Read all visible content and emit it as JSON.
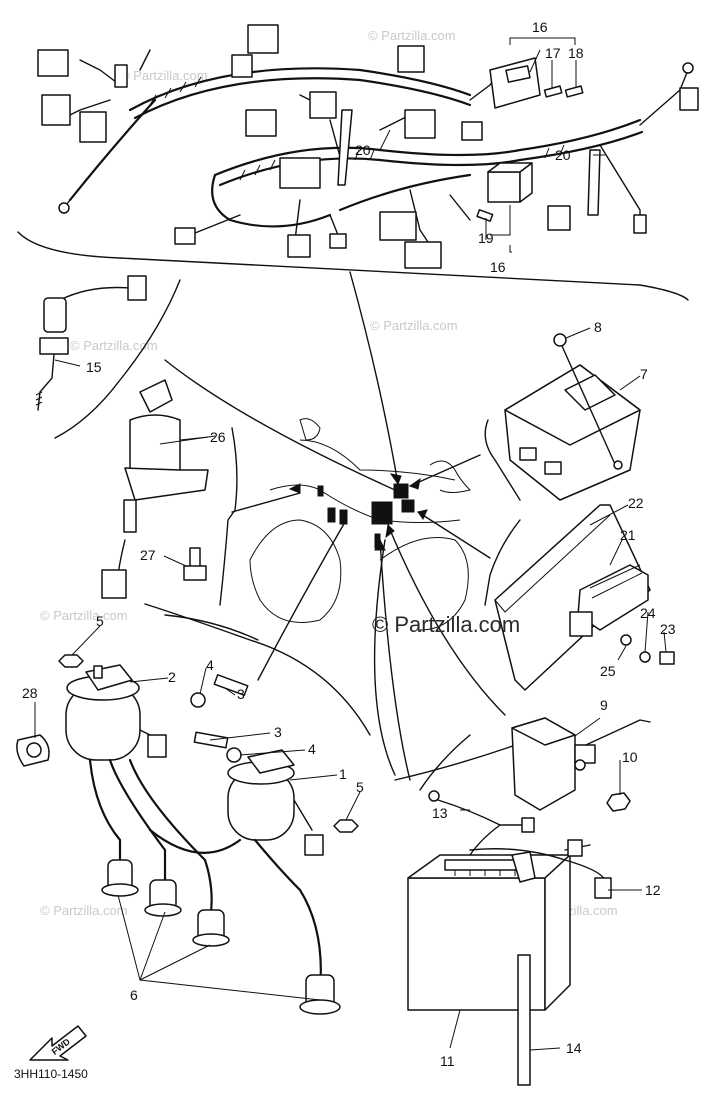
{
  "diagram": {
    "part_code": "3HH110-1450",
    "direction_label": "FWD",
    "watermark_main": "© Partzilla.com",
    "watermark_faint": "© Partzilla.com"
  },
  "callouts": [
    {
      "id": "c1",
      "label": "1"
    },
    {
      "id": "c2",
      "label": "2"
    },
    {
      "id": "c3a",
      "label": "3"
    },
    {
      "id": "c3b",
      "label": "3"
    },
    {
      "id": "c4a",
      "label": "4"
    },
    {
      "id": "c4b",
      "label": "4"
    },
    {
      "id": "c5a",
      "label": "5"
    },
    {
      "id": "c5b",
      "label": "5"
    },
    {
      "id": "c6",
      "label": "6"
    },
    {
      "id": "c7",
      "label": "7"
    },
    {
      "id": "c8",
      "label": "8"
    },
    {
      "id": "c9",
      "label": "9"
    },
    {
      "id": "c10",
      "label": "10"
    },
    {
      "id": "c11",
      "label": "11"
    },
    {
      "id": "c12",
      "label": "12"
    },
    {
      "id": "c13",
      "label": "13"
    },
    {
      "id": "c14",
      "label": "14"
    },
    {
      "id": "c15",
      "label": "15"
    },
    {
      "id": "c16a",
      "label": "16"
    },
    {
      "id": "c16b",
      "label": "16"
    },
    {
      "id": "c17",
      "label": "17"
    },
    {
      "id": "c18",
      "label": "18"
    },
    {
      "id": "c19",
      "label": "19"
    },
    {
      "id": "c20a",
      "label": "20"
    },
    {
      "id": "c20b",
      "label": "20"
    },
    {
      "id": "c21",
      "label": "21"
    },
    {
      "id": "c22",
      "label": "22"
    },
    {
      "id": "c23",
      "label": "23"
    },
    {
      "id": "c24",
      "label": "24"
    },
    {
      "id": "c25",
      "label": "25"
    },
    {
      "id": "c26",
      "label": "26"
    },
    {
      "id": "c27",
      "label": "27"
    },
    {
      "id": "c28",
      "label": "28"
    }
  ]
}
